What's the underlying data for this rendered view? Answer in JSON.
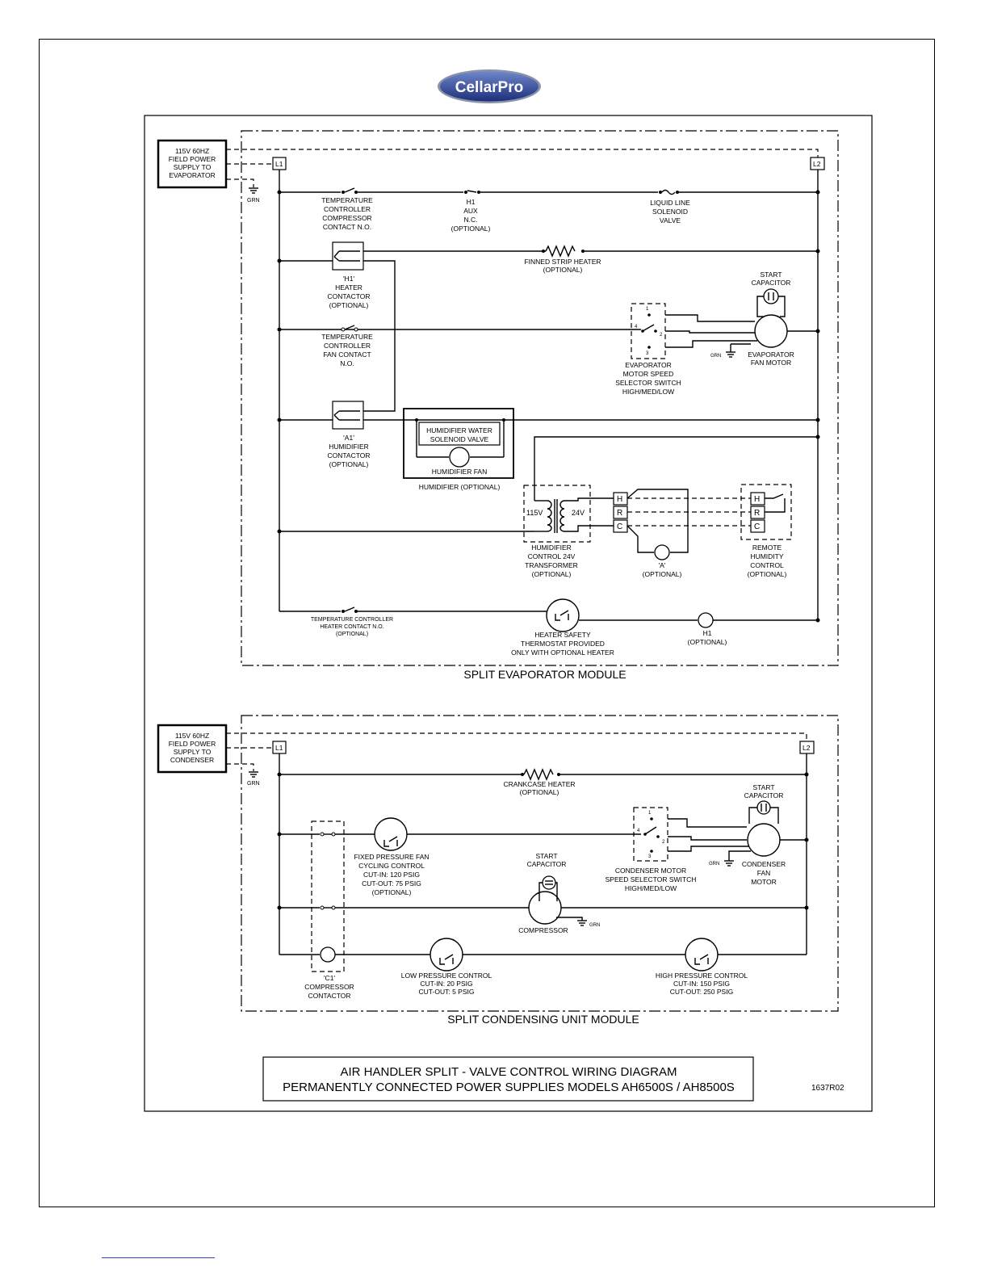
{
  "brand": {
    "logo_text": "CellarPro"
  },
  "evap": {
    "power": [
      "115V 60HZ",
      "FIELD POWER",
      "SUPPLY TO",
      "EVAPORATOR"
    ],
    "l1": "L1",
    "l2": "L2",
    "grn": "GRN",
    "temp_comp": [
      "TEMPERATURE",
      "CONTROLLER",
      "COMPRESSOR",
      "CONTACT N.O."
    ],
    "h1_aux": [
      "H1",
      "AUX",
      "N.C.",
      "(OPTIONAL)"
    ],
    "liquid_line": [
      "LIQUID LINE",
      "SOLENOID",
      "VALVE"
    ],
    "finned_heater": [
      "FINNED STRIP HEATER",
      "(OPTIONAL)"
    ],
    "h1_contactor": [
      "'H1'",
      "HEATER",
      "CONTACTOR",
      "(OPTIONAL)"
    ],
    "start_cap": [
      "START",
      "CAPACITOR"
    ],
    "temp_fan": [
      "TEMPERATURE",
      "CONTROLLER",
      "FAN CONTACT",
      "N.O."
    ],
    "speed_switch": [
      "EVAPORATOR",
      "MOTOR SPEED",
      "SELECTOR SWITCH",
      "HIGH/MED/LOW"
    ],
    "grn2": "GRN",
    "evap_motor": [
      "EVAPORATOR",
      "FAN MOTOR"
    ],
    "a1_contactor": [
      "'A1'",
      "HUMIDIFIER",
      "CONTACTOR",
      "(OPTIONAL)"
    ],
    "hum_valve": [
      "HUMIDIFIER WATER",
      "SOLENOID VALVE"
    ],
    "hum_fan": "HUMIDIFIER FAN",
    "hum_optional": "HUMIDIFIER (OPTIONAL)",
    "v115": "115V",
    "v24": "24V",
    "hrc": [
      "H",
      "R",
      "C"
    ],
    "transformer": [
      "HUMIDIFIER",
      "CONTROL 24V",
      "TRANSFORMER",
      "(OPTIONAL)"
    ],
    "a_relay": [
      "'A'",
      "(OPTIONAL)"
    ],
    "remote_hum": [
      "REMOTE",
      "HUMIDITY",
      "CONTROL",
      "(OPTIONAL)"
    ],
    "temp_heater": [
      "TEMPERATURE CONTROLLER",
      "HEATER CONTACT N.O.",
      "(OPTIONAL)"
    ],
    "heater_safety": [
      "HEATER SAFETY",
      "THERMOSTAT PROVIDED",
      "ONLY WITH OPTIONAL HEATER"
    ],
    "h1_opt": [
      "H1",
      "(OPTIONAL)"
    ],
    "module": "SPLIT EVAPORATOR MODULE"
  },
  "cond": {
    "power": [
      "115V 60HZ",
      "FIELD POWER",
      "SUPPLY TO",
      "CONDENSER"
    ],
    "l1": "L1",
    "l2": "L2",
    "grn": "GRN",
    "crankcase": [
      "CRANKCASE HEATER",
      "(OPTIONAL)"
    ],
    "start_cap": [
      "START",
      "CAPACITOR"
    ],
    "fan_cycling": [
      "FIXED PRESSURE FAN",
      "CYCLING CONTROL",
      "CUT-IN: 120 PSIG",
      "CUT-OUT: 75 PSIG",
      "(OPTIONAL)"
    ],
    "start_cap2": [
      "START",
      "CAPACITOR"
    ],
    "speed_switch": [
      "CONDENSER MOTOR",
      "SPEED SELECTOR SWITCH",
      "HIGH/MED/LOW"
    ],
    "grn2": "GRN",
    "cond_motor": [
      "CONDENSER",
      "FAN",
      "MOTOR"
    ],
    "compressor": "COMPRESSOR",
    "grn3": "GRN",
    "c1": [
      "'C1'",
      "COMPRESSOR",
      "CONTACTOR"
    ],
    "low_pressure": [
      "LOW PRESSURE CONTROL",
      "CUT-IN: 20 PSIG",
      "CUT-OUT: 5 PSIG"
    ],
    "high_pressure": [
      "HIGH PRESSURE CONTROL",
      "CUT-IN: 150 PSIG",
      "CUT-OUT: 250 PSIG"
    ],
    "module": "SPLIT CONDENSING UNIT MODULE"
  },
  "title_block": {
    "line1": "AIR HANDLER SPLIT - VALVE CONTROL WIRING DIAGRAM",
    "line2": "PERMANENTLY CONNECTED POWER SUPPLIES MODELS AH6500S / AH8500S",
    "code": "1637R02"
  }
}
